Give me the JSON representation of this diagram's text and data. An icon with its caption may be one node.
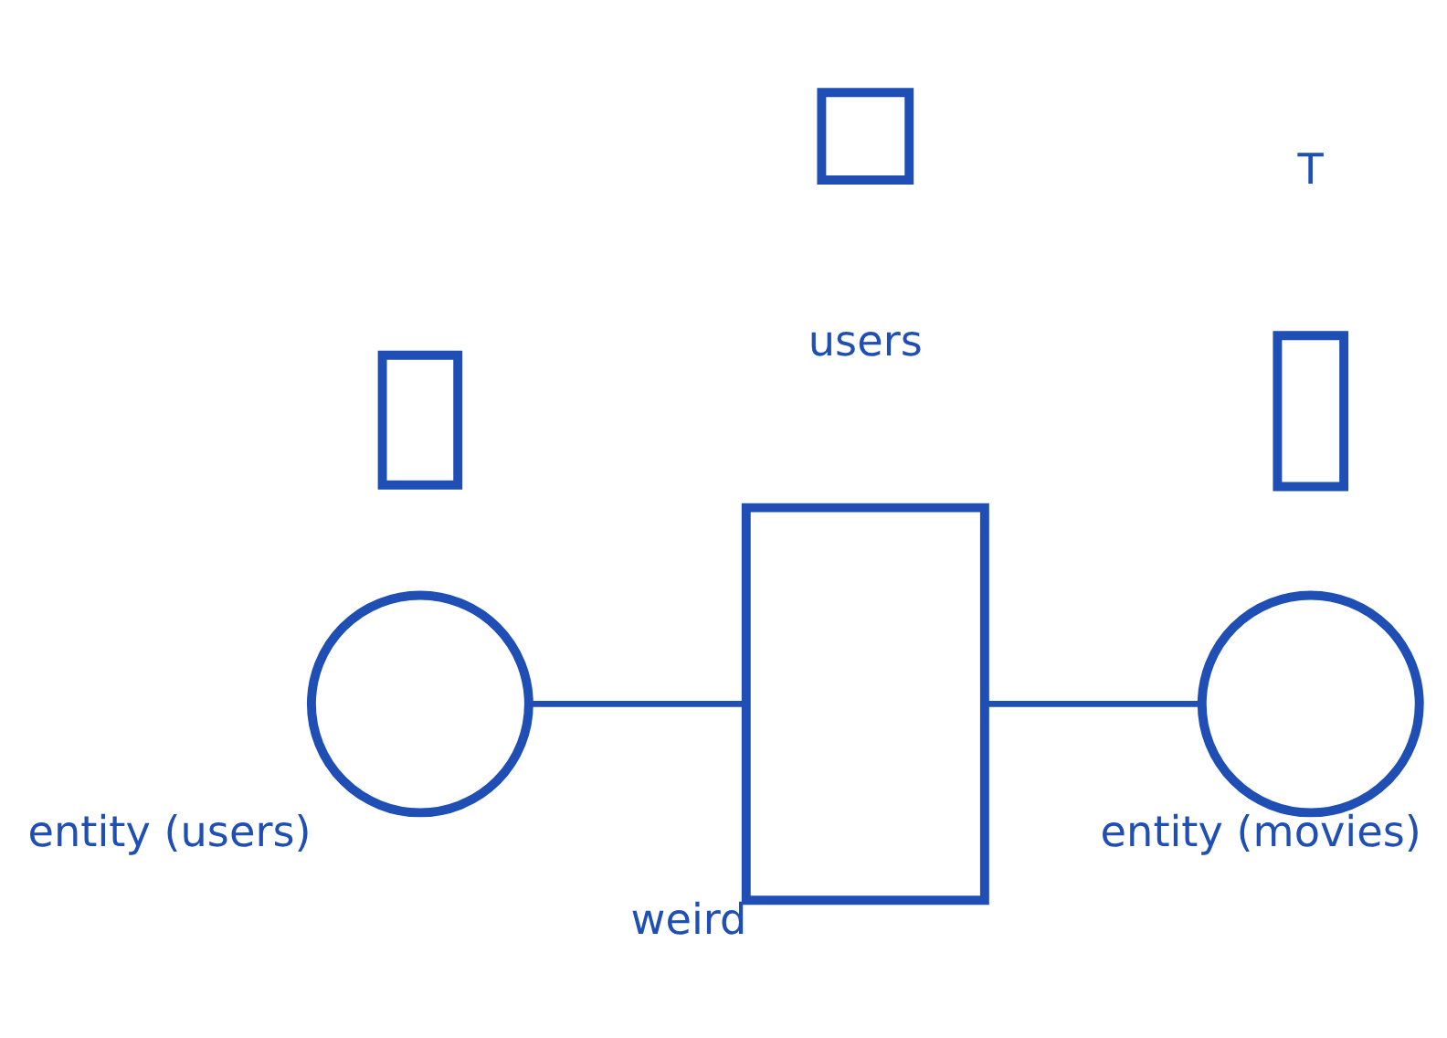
{
  "diagram": {
    "nodes": [
      {
        "text": [
          "entity (users)"
        ]
      },
      {
        "text": [],
        "shape": "box"
      },
      {
        "text": [
          "weird"
        ],
        "beside": [
          "users"
        ]
      },
      {
        "text": [],
        "shape": "box"
      },
      {
        "text": [
          "entity (movies)"
        ]
      },
      {
        "text": [],
        "shape": "box",
        "beside": [
          "T"
        ]
      }
    ],
    "edges": [
      {
        "from": 0,
        "to": 2,
        "arrow": "none"
      },
      {
        "from": 2,
        "to": 4,
        "arrow": "none"
      }
    ]
  }
}
